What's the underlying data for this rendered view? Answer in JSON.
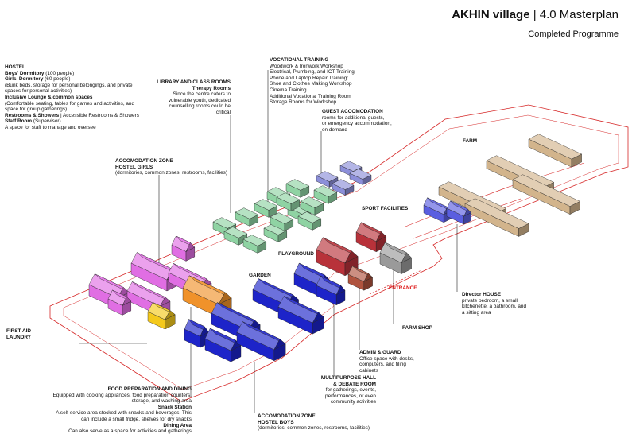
{
  "header": {
    "title_bold": "AKHIN village",
    "title_rest": " | 4.0 Masterplan",
    "subtitle": "Completed Programme"
  },
  "colors": {
    "site_line": "#d62828",
    "hostel_girls": "#e06ee3",
    "hostel_boys": "#1d24c9",
    "library": "#8fd3a3",
    "guest": "#8c8fd9",
    "farm": "#d2b48c",
    "director": "#5a5ee0",
    "orange": "#f0922a",
    "yellow": "#f4c91c",
    "admin_red": "#b8323a",
    "brown": "#b0533e",
    "grey": "#9a9a9a"
  },
  "labels": {
    "hostel": {
      "title": "HOSTEL",
      "l1b": "Boys' Dormitory",
      "l1": " (100 people)",
      "l2b": "Girls' Dormitory",
      "l2": " (60 people)",
      "l3": "(Bunk beds, storage for personal belongings, and private",
      "l4": "spaces for personal activities)",
      "l5b": "Inclusive Lounge & common spaces",
      "l6": "(Comfortable seating, tables for games and activities, and",
      "l7": "space for group gatherings)",
      "l8b": "Restrooms & Showers",
      "l8": " | Accessible Restrooms & Showers",
      "l9b": "Staff Room",
      "l9": " (Supervisor)",
      "l10": "A space for staff to manage and oversee"
    },
    "library": {
      "title": "LIBRARY AND CLASS ROOMS",
      "sub": "Therapy Rooms",
      "l1": "Since the centre caters to",
      "l2": "vulnerable youth, dedicated",
      "l3": "counselling rooms could be",
      "l4": "critical"
    },
    "vocational": {
      "title": "VOCATIONAL TRAINING",
      "items": [
        "Woodwork & Ironwork Workshop",
        "Electrical, Plumbing, and ICT Training",
        "Phone and Laptop Repair Training:",
        "Shoe and Clothes Making Workshop",
        "Cinema Training",
        "Additional Vocational Training Room",
        "Storage Rooms for Workshop"
      ]
    },
    "guest": {
      "title": "GUEST ACCOMODATION",
      "l1": "rooms for additional guests,",
      "l2": "or emergency accommodation,",
      "l3": "on demand"
    },
    "girls_zone": {
      "title": "ACCOMODATION ZONE",
      "sub": "HOSTEL GIRLS",
      "l1": "(dormitories, common zones, restrooms, facilities)"
    },
    "farm": "FARM",
    "sport": "SPORT FACILITIES",
    "playground": "PLAYGROUND",
    "garden": "GARDEN",
    "entrance": "ENTRANCE",
    "first_aid": {
      "l1": "FIRST AID",
      "l2": "LAUNDRY"
    },
    "director": {
      "title": "Director HOUSE",
      "l1": "private bedroom, a small",
      "l2": "kitchenette, a bathroom, and",
      "l3": "a sitting area"
    },
    "farm_shop": "FARM SHOP",
    "admin": {
      "title": "ADMIN & GUARD",
      "l1": "Office space with desks,",
      "l2": "computers, and filing",
      "l3": "cabinets"
    },
    "multipurpose": {
      "t1": "MULTIPURPOSE  HALL",
      "t2": "& DEBATE ROOM",
      "l1": "for gatherings, events,",
      "l2": "performances, or even",
      "l3": "community activities"
    },
    "food": {
      "title": "FOOD PREPARATION AND DINING",
      "l1": "Equipped with cooking appliances, food preparation counters,",
      "l2": "storage, and washing area",
      "sub1": "Snack Station",
      "l3": "A self-service area stocked with snacks and beverages. This",
      "l4": "can include a small fridge, shelves for dry snacks",
      "sub2": "Dining Area",
      "l5": "Can also serve as a space for activities and gatherings"
    },
    "boys_zone": {
      "title": "ACCOMODATION ZONE",
      "sub": "HOSTEL BOYS",
      "l1": "(dormitories, common zones, restrooms, facilities)"
    }
  }
}
